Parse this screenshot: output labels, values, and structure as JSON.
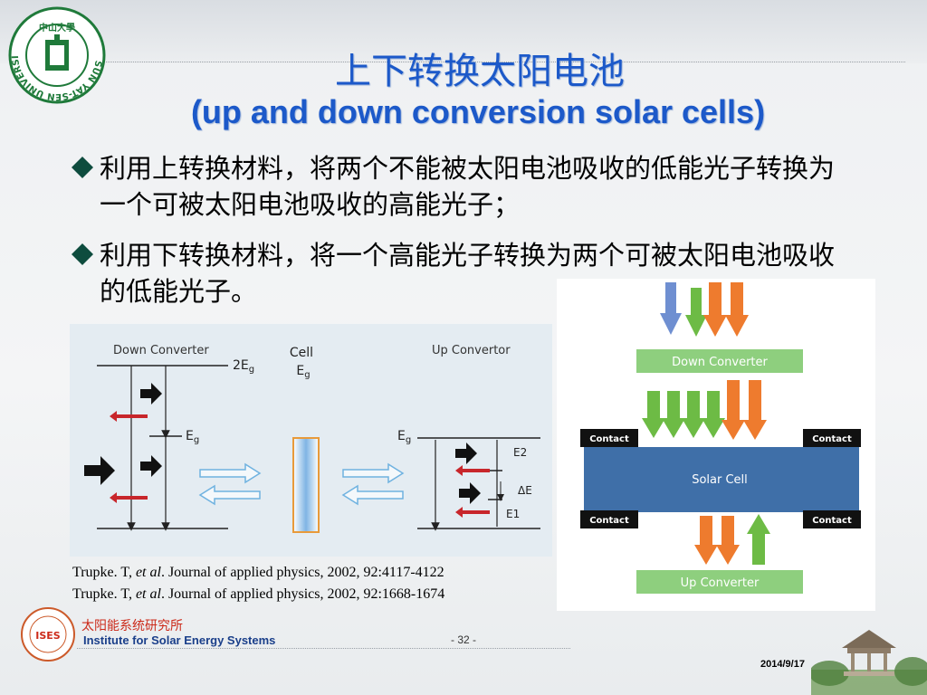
{
  "title": {
    "cn": "上下转换太阳电池",
    "en": "(up and down conversion solar cells)"
  },
  "logo": {
    "ring_text": "SUN YAT-SEN UNIVERSITY",
    "center_text": "中山大學"
  },
  "bullets": [
    {
      "text": "利用上转换材料，将两个不能被太阳电池吸收的低能光子转换为一个可被太阳电池吸收的高能光子；"
    },
    {
      "text": "利用下转换材料，将一个高能光子转换为两个可被太阳电池吸收的低能光子。"
    }
  ],
  "figure_left": {
    "down_label": "Down Converter",
    "cell_label": "Cell",
    "up_label": "Up Convertor",
    "two_eg": "2E",
    "eg": "E",
    "sub_g": "g",
    "e2": "E2",
    "e1": "E1",
    "delta_e": "ΔE"
  },
  "figure_right": {
    "down_converter": "Down Converter",
    "solar_cell": "Solar Cell",
    "up_converter": "Up Converter",
    "contact": "Contact"
  },
  "references": [
    {
      "author": "Trupke. T, ",
      "etal": "et al",
      "rest": ". Journal of applied physics, 2002, 92:4117-4122"
    },
    {
      "author": "Trupke. T, ",
      "etal": "et al",
      "rest": ". Journal of applied physics, 2002, 92:1668-1674"
    }
  ],
  "footer": {
    "institute_cn": "太阳能系统研究所",
    "institute_en": "Institute for Solar Energy Systems",
    "ises_badge": "ISES",
    "page": "- 32 -",
    "date": "2014/9/17"
  },
  "colors": {
    "title_blue": "#1c59c9",
    "arrow_green": "#6dbb45",
    "arrow_orange": "#ee7b2e",
    "arrow_blue": "#6f8fd1",
    "converter_green": "#8ecf7e",
    "cell_blue": "#3f6fa8",
    "red_arrow": "#c8262b"
  }
}
